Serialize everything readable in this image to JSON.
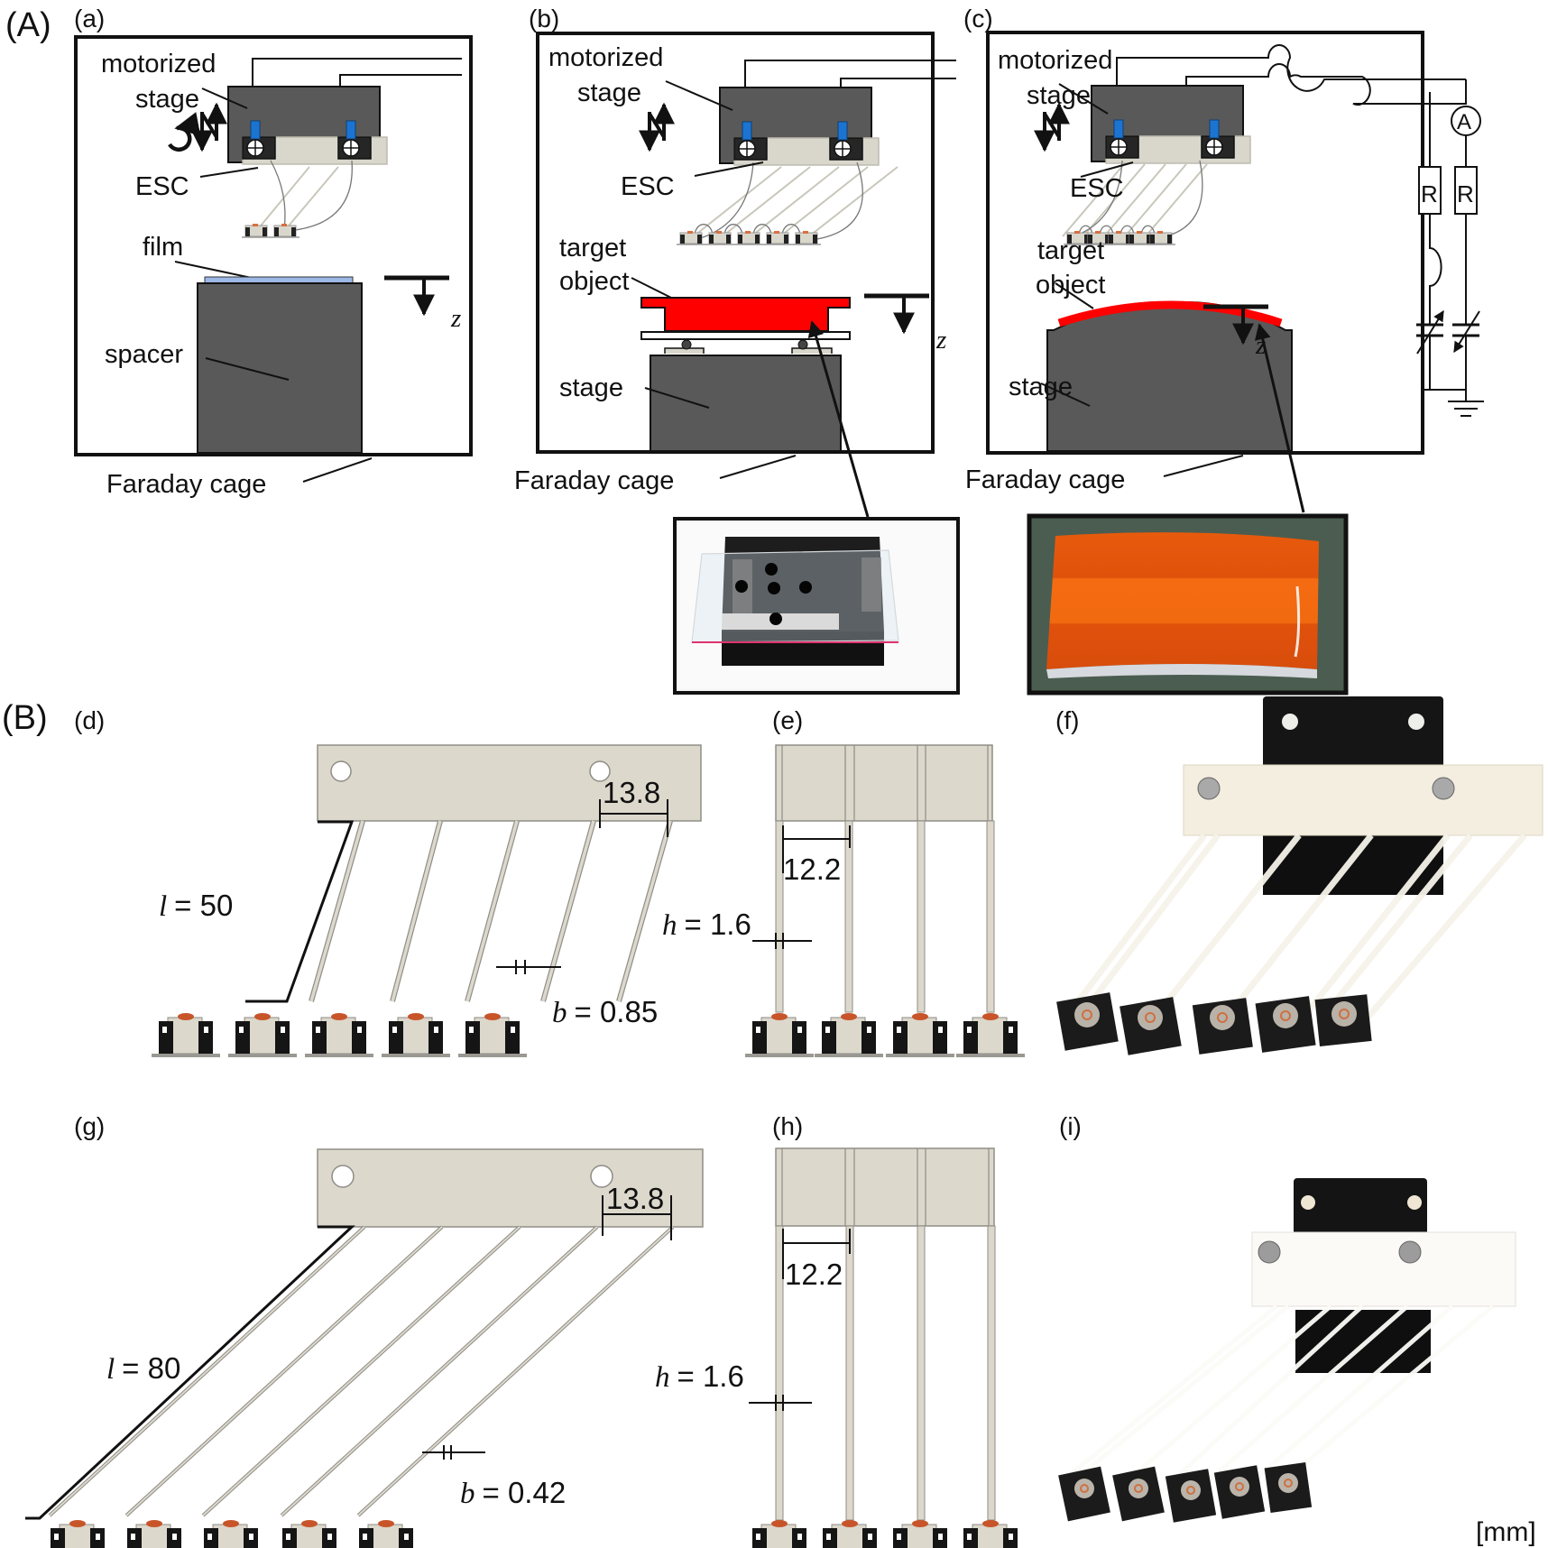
{
  "figure": {
    "section_A": {
      "label": "(A)"
    },
    "section_B": {
      "label": "(B)"
    },
    "panel_a": {
      "label": "(a)",
      "motorized": "motorized",
      "stage": "stage",
      "esc": "ESC",
      "film": "film",
      "spacer": "spacer",
      "z": "z",
      "faraday": "Faraday cage"
    },
    "panel_b": {
      "label": "(b)",
      "motorized": "motorized",
      "stage": "stage",
      "esc": "ESC",
      "target": "target",
      "object": "object",
      "base_stage": "stage",
      "z": "z",
      "faraday": "Faraday cage"
    },
    "panel_c": {
      "label": "(c)",
      "motorized": "motorized",
      "stage": "stage",
      "esc": "ESC",
      "target": "target",
      "object": "object",
      "base_stage": "stage",
      "z": "z",
      "faraday": "Faraday cage",
      "circuit": {
        "ammeter": "A",
        "resistor1": "R",
        "resistor2": "R"
      }
    },
    "photo_flat": {
      "description": "flat target plate with glass film on black stage"
    },
    "photo_curved": {
      "description": "curved orange target object"
    },
    "panel_d": {
      "label": "(d)",
      "length": "l = 50",
      "length_sym": "l",
      "length_val": "= 50",
      "pitch": "13.8",
      "width_sym": "b",
      "width_val": "= 0.85"
    },
    "panel_e": {
      "label": "(e)",
      "spacing": "12.2",
      "thick_sym": "h",
      "thick_val": "= 1.6"
    },
    "panel_f": {
      "label": "(f)"
    },
    "panel_g": {
      "label": "(g)",
      "length_sym": "l",
      "length_val": "= 80",
      "pitch": "13.8",
      "width_sym": "b",
      "width_val": "= 0.42"
    },
    "panel_h": {
      "label": "(h)",
      "spacing": "12.2",
      "thick_sym": "h",
      "thick_val": "= 1.6"
    },
    "panel_i": {
      "label": "(i)",
      "unit": "[mm]"
    },
    "colors": {
      "stage_gray": "#595959",
      "esc_beige": "#d9d7cc",
      "film_blue": "#9db7e6",
      "target_red": "#ff0000",
      "clamp_blue": "#1c74d2",
      "photo_orange": "#f25a0a"
    }
  }
}
